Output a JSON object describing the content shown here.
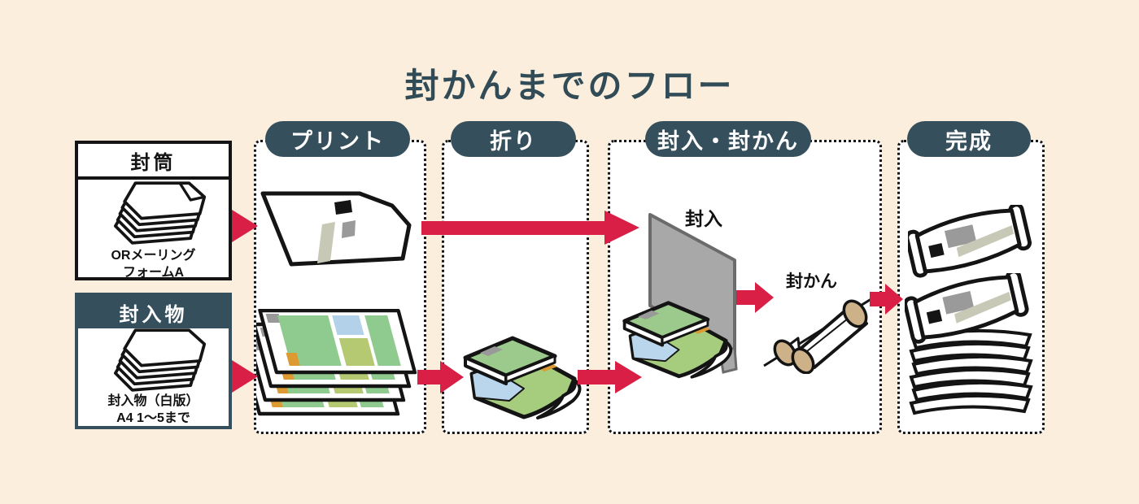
{
  "title": "封かんまでのフロー",
  "colors": {
    "background": "#FCEEDC",
    "accent_red": "#D91F45",
    "dark_teal": "#35505C",
    "outline": "#141414"
  },
  "inputs": {
    "envelope": {
      "header": "封筒",
      "caption": [
        "ORメーリング",
        "フォームA"
      ],
      "icon": "envelope-stack-icon"
    },
    "enclosure": {
      "header": "封入物",
      "caption": [
        "封入物（白版）",
        "A4 1〜5まで"
      ],
      "icon": "paper-stack-icon"
    }
  },
  "stages": {
    "print": {
      "label": "プリント"
    },
    "fold": {
      "label": "折り"
    },
    "seal": {
      "label": "封入・封かん",
      "insert_label": "封入",
      "seal_label": "封かん"
    },
    "done": {
      "label": "完成"
    }
  }
}
